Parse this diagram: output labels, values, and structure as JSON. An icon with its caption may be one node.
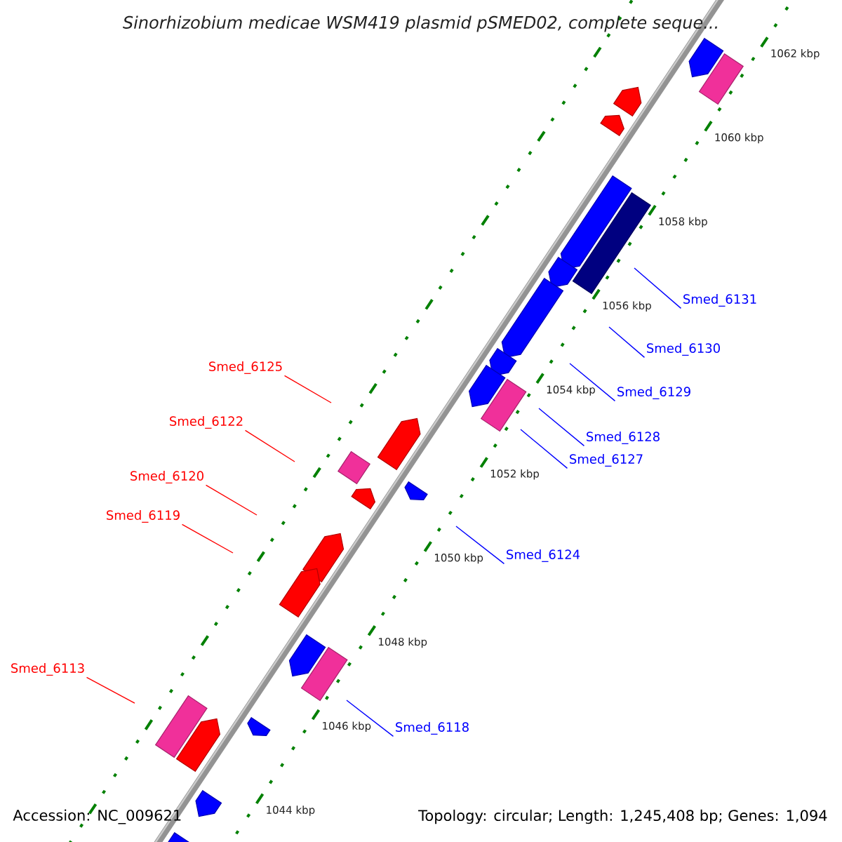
{
  "diagram": {
    "title": "Sinorhizobium medicae WSM419 plasmid pSMED02, complete seque...",
    "nodes": [
      {
        "text": [
          "Smed_6131"
        ]
      },
      {
        "text": [
          "Smed_6130"
        ]
      },
      {
        "text": [
          "Smed_6125"
        ]
      },
      {
        "text": [
          "Smed_6129"
        ]
      },
      {
        "text": [
          "Smed_6122"
        ]
      },
      {
        "text": [
          "Smed_6128"
        ]
      },
      {
        "text": [
          "Smed_6127"
        ]
      },
      {
        "text": [
          "Smed_6120"
        ]
      },
      {
        "text": [
          "Smed_6119"
        ]
      },
      {
        "text": [
          "Smed_6124"
        ]
      },
      {
        "text": [
          "Smed_6113"
        ]
      },
      {
        "text": [
          "Smed_6118"
        ]
      }
    ],
    "edges": [
      {
        "from": 0,
        "to": null,
        "arrow": "none"
      },
      {
        "from": 1,
        "to": null,
        "arrow": "none"
      },
      {
        "from": 2,
        "to": null,
        "arrow": "none",
        "color": "#ff0000"
      },
      {
        "from": 3,
        "to": null,
        "arrow": "none"
      },
      {
        "from": 4,
        "to": null,
        "arrow": "none",
        "color": "#ff0000"
      },
      {
        "from": 5,
        "to": null,
        "arrow": "none"
      },
      {
        "from": 6,
        "to": null,
        "arrow": "none"
      },
      {
        "from": 7,
        "to": null,
        "arrow": "none",
        "color": "#ff0000"
      },
      {
        "from": 8,
        "to": null,
        "arrow": "none",
        "color": "#ff0000"
      },
      {
        "from": 9,
        "to": null,
        "arrow": "none"
      },
      {
        "from": 10,
        "to": null,
        "arrow": "none",
        "color": "#ff0000"
      },
      {
        "from": 11,
        "to": null,
        "arrow": "none"
      }
    ],
    "labels": [
      "1062 kbp",
      "1060 kbp",
      "1058 kbp",
      "1056 kbp",
      "1054 kbp",
      "1052 kbp",
      "1050 kbp",
      "1048 kbp",
      "1046 kbp",
      "1044 kbp",
      "Accession: NC_009621",
      "Topology: circular; Length: 1,245,408 bp; Genes: 1,094"
    ]
  }
}
